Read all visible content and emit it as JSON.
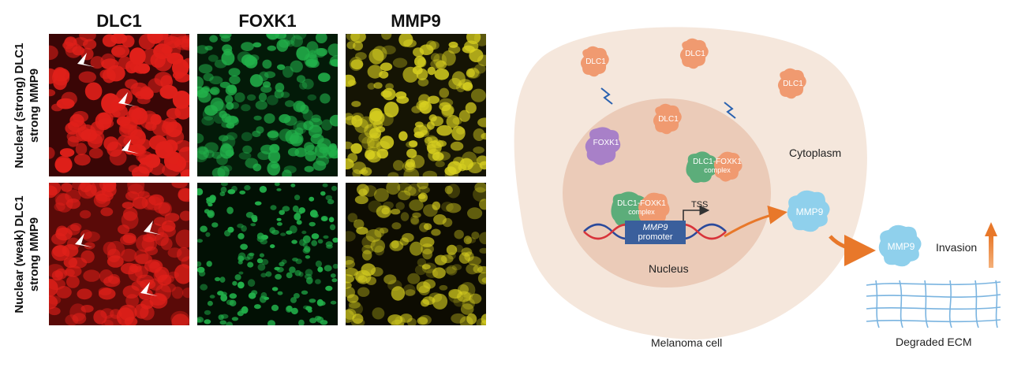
{
  "micrographs": {
    "columns": [
      "DLC1",
      "FOXK1",
      "MMP9"
    ],
    "rows": [
      {
        "line1": "Nuclear (strong) DLC1",
        "line2": "strong MMP9"
      },
      {
        "line1": "Nuclear (weak) DLC1",
        "line2": "strong MMP9"
      }
    ],
    "colors": {
      "DLC1": "#e0201a",
      "FOXK1": "#22b04a",
      "MMP9": "#d8d020"
    }
  },
  "diagram": {
    "cytoplasm_label": "Cytoplasm",
    "nucleus_label": "Nucleus",
    "cell_label": "Melanoma cell",
    "ecm_label": "Degraded ECM",
    "invasion_label": "Invasion",
    "tss_label": "TSS",
    "promoter_gene": "MMP9",
    "promoter_word": "promoter",
    "proteins": {
      "dlc1": "DLC1",
      "foxk1": "FOXK1",
      "complex_line1": "DLC1-FOXK1",
      "complex_line2": "complex",
      "mmp9": "MMP9"
    },
    "colors": {
      "cell": "#f5e7dc",
      "nucleus": "#ebcbb8",
      "dlc1": "#f09a70",
      "foxk1": "#a880c8",
      "complex_green": "#5cad7a",
      "mmp9": "#8fd0ec",
      "promoter": "#3a5f9c",
      "arrow": "#e8782a",
      "ecm": "#7ab4e0"
    }
  }
}
